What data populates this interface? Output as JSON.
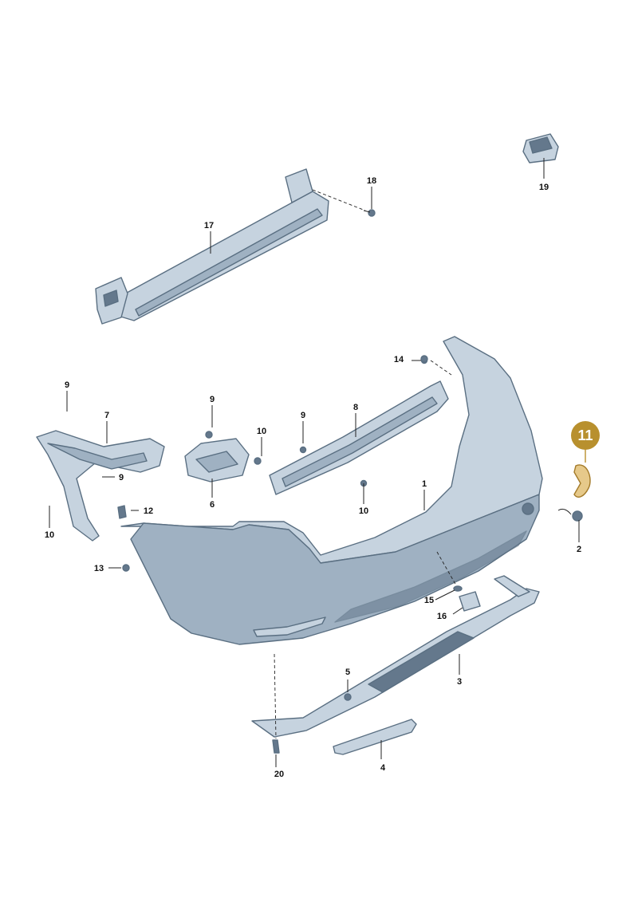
{
  "callouts": {
    "c1": "1",
    "c2": "2",
    "c3": "3",
    "c4": "4",
    "c5": "5",
    "c6": "6",
    "c7": "7",
    "c8": "8",
    "c9a": "9",
    "c9b": "9",
    "c9c": "9",
    "c9d": "9",
    "c10a": "10",
    "c10b": "10",
    "c10c": "10",
    "c11": "11",
    "c12": "12",
    "c13": "13",
    "c14": "14",
    "c15": "15",
    "c16": "16",
    "c17": "17",
    "c18": "18",
    "c19": "19",
    "c20": "20"
  },
  "highlight": {
    "part": "11",
    "color": "#b8902e"
  },
  "colors": {
    "part_fill": "#c6d3df",
    "part_stroke": "#5a6f82",
    "part_dark": "#64788c"
  }
}
